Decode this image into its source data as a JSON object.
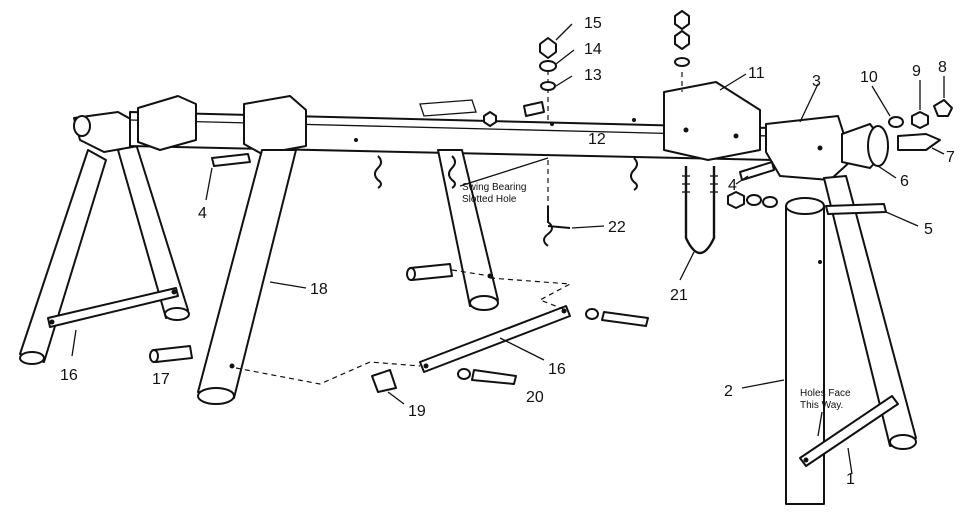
{
  "labels": {
    "p1": "1",
    "p2": "2",
    "p3": "3",
    "p4a": "4",
    "p4b": "4",
    "p5": "5",
    "p6": "6",
    "p7": "7",
    "p8": "8",
    "p9": "9",
    "p10": "10",
    "p11": "11",
    "p12": "12",
    "p13": "13",
    "p14": "14",
    "p15": "15",
    "p16a": "16",
    "p16b": "16",
    "p17": "17",
    "p18": "18",
    "p19": "19",
    "p20": "20",
    "p21": "21",
    "p22": "22"
  },
  "notes": {
    "bearing_line1": "Swing Bearing",
    "bearing_line2": "Slotted Hole",
    "holes_line1": "Holes Face",
    "holes_line2": "This Way."
  }
}
